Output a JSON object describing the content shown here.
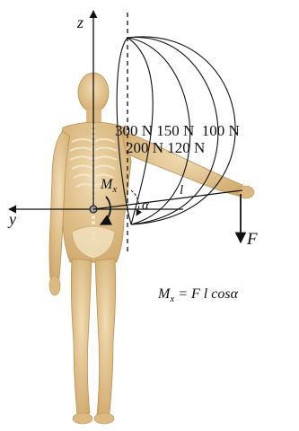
{
  "figure": {
    "axis_z_label": "z",
    "axis_y_label": "y",
    "moment_label_main": "M",
    "moment_label_sub": "x",
    "angle_label": "α",
    "length_label": "l",
    "force_label": "F",
    "curve_labels": {
      "row1": "300 N 150 N  100 N",
      "row2": "200 N 120 N"
    },
    "formula": {
      "lhs_main": "M",
      "lhs_sub": "x",
      "rhs": " = F l cosα"
    }
  },
  "colors": {
    "ink": "#111111",
    "skin": "#e2c28f",
    "skin_dark": "#c9a46a",
    "bone": "#f4e7c6",
    "background": "#ffffff"
  }
}
